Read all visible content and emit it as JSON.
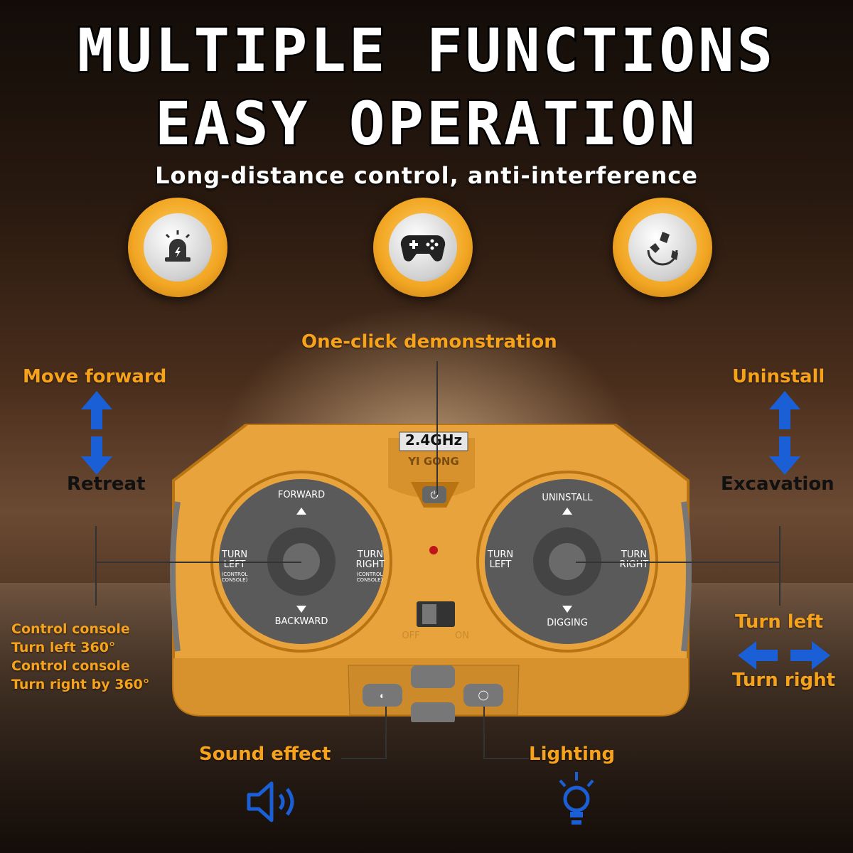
{
  "header": {
    "title_line1": "MULTIPLE FUNCTIONS",
    "title_line2": "EASY OPERATION",
    "subtitle": "Long-distance control, anti-interference"
  },
  "badges": [
    {
      "icon": "siren-light-icon"
    },
    {
      "icon": "gamepad-icon"
    },
    {
      "icon": "excavator-bucket-icon"
    }
  ],
  "callouts": {
    "demo": "One-click demonstration",
    "move_forward": "Move forward",
    "retreat": "Retreat",
    "uninstall": "Uninstall",
    "excavation": "Excavation",
    "console_lines": [
      "Control console",
      "Turn left 360°",
      "Control console",
      "Turn right by 360°"
    ],
    "turn_left": "Turn left",
    "turn_right": "Turn right",
    "sound_effect": "Sound effect",
    "lighting": "Lighting"
  },
  "controller": {
    "frequency": "2.4GHz",
    "brand": "YI GONG",
    "left_stick": {
      "up": "FORWARD",
      "down": "BACKWARD",
      "left": "TURN LEFT",
      "left_sub": "(CONTROL CONSOLE)",
      "right": "TURN RIGHT",
      "right_sub": "(CONTROL CONSOLE)"
    },
    "right_stick": {
      "up": "UNINSTALL",
      "down": "DIGGING",
      "left": "TURN LEFT",
      "right": "TURN RIGHT"
    },
    "switch_off": "OFF",
    "switch_on": "ON"
  },
  "colors": {
    "accent_orange": "#f7a21b",
    "controller_body": "#e8a33c",
    "arrow_blue": "#1a5fd6"
  }
}
